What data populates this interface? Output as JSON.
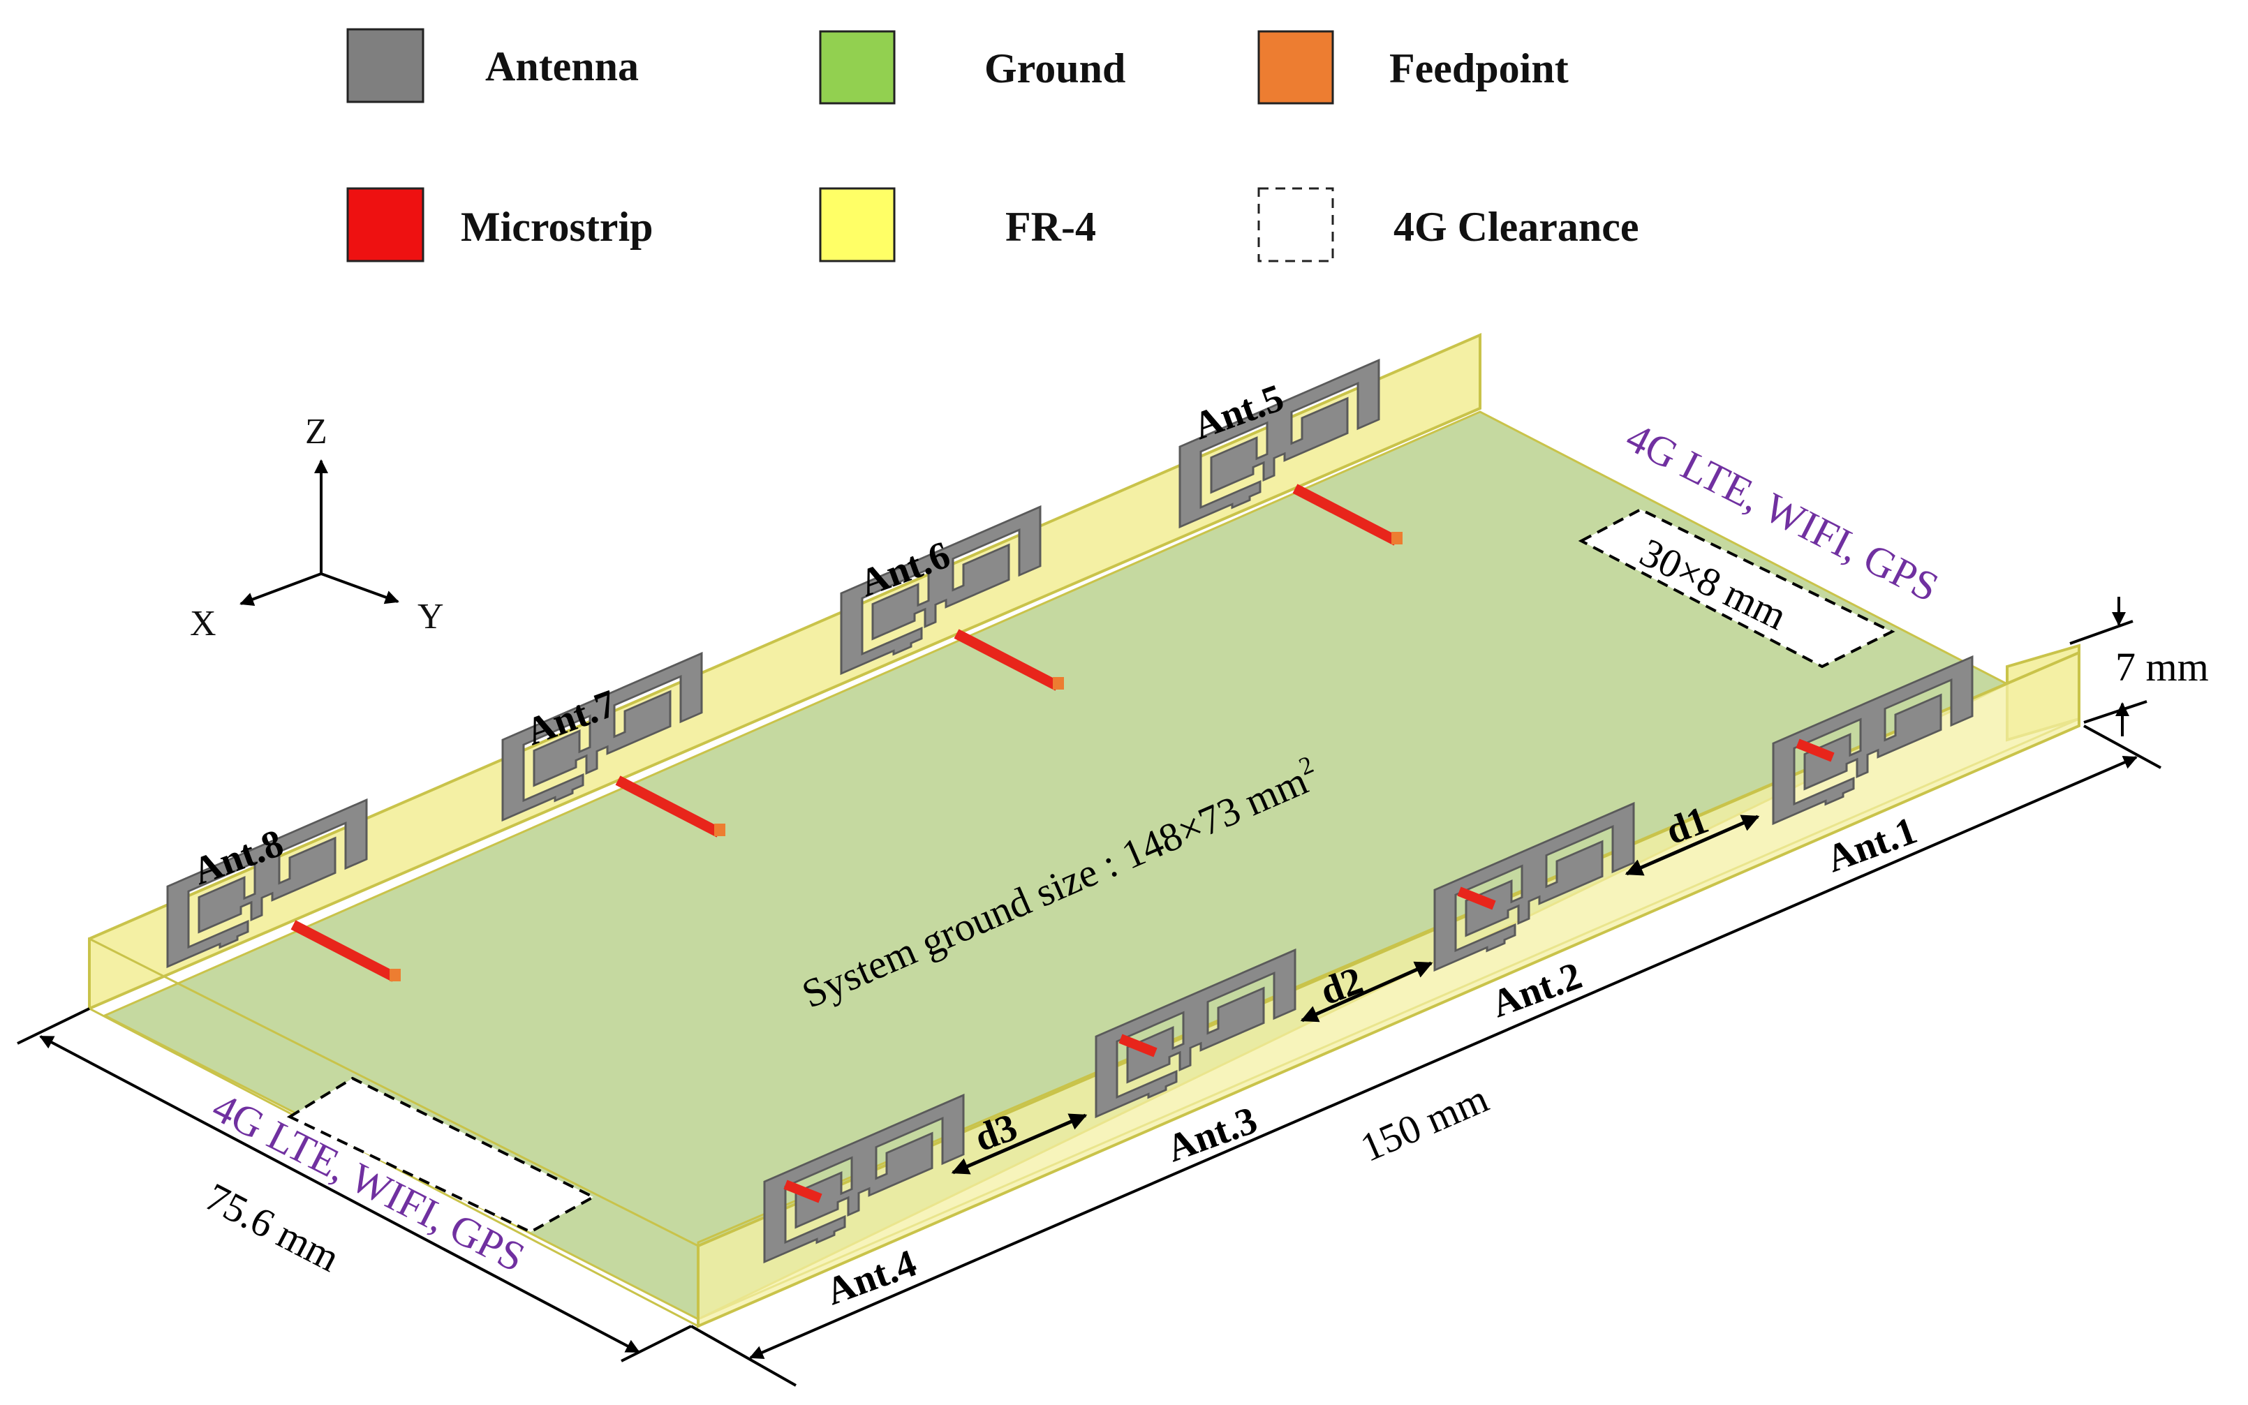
{
  "legend": {
    "items": [
      {
        "label": "Antenna",
        "color": "#7f7f7f",
        "style": "solid"
      },
      {
        "label": "Ground",
        "color": "#92d050",
        "style": "solid"
      },
      {
        "label": "Feedpoint",
        "color": "#ed7d31",
        "style": "solid"
      },
      {
        "label": "Microstrip",
        "color": "#ee1111",
        "style": "solid"
      },
      {
        "label": "FR-4",
        "color": "#ffff66",
        "style": "solid"
      },
      {
        "label": "4G Clearance",
        "color": "#ffffff",
        "style": "dashed"
      }
    ]
  },
  "axes": {
    "z": "Z",
    "x": "X",
    "y": "Y"
  },
  "antennas": {
    "ant1": "Ant.1",
    "ant2": "Ant.2",
    "ant3": "Ant.3",
    "ant4": "Ant.4",
    "ant5": "Ant.5",
    "ant6": "Ant.6",
    "ant7": "Ant.7",
    "ant8": "Ant.8"
  },
  "spacings": {
    "d1": "d1",
    "d2": "d2",
    "d3": "d3"
  },
  "labels": {
    "system_ground_prefix": "System ground size : 148×73 mm",
    "system_ground_sup": "2",
    "clearance_size": "30×8 mm",
    "band_top": "4G LTE, WIFI, GPS",
    "band_bottom": "4G LTE, WIFI, GPS",
    "height": "7 mm",
    "length": "150 mm",
    "width": "75.6 mm"
  },
  "colors": {
    "fr4": "#f6f2a0",
    "fr4_edge": "#c9c34a",
    "ground": "#c5d9a0",
    "antenna": "#8c8c8c",
    "microstrip": "#e8251b",
    "feedpoint": "#ed7d31",
    "band_text": "#7030a0"
  }
}
